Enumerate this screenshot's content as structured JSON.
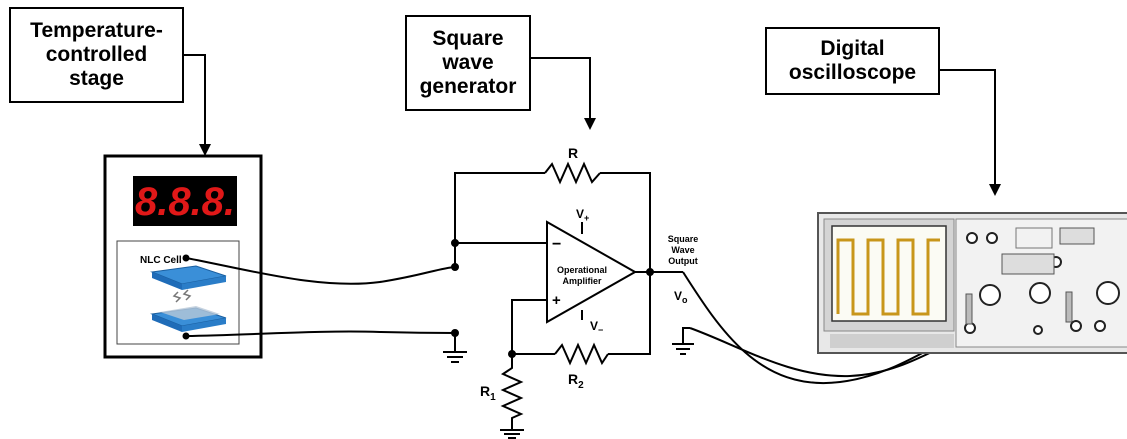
{
  "labels": {
    "stage": [
      "Temperature-",
      "controlled",
      "stage"
    ],
    "generator": [
      "Square",
      "wave",
      "generator"
    ],
    "scope": [
      "Digital",
      "oscilloscope"
    ]
  },
  "display": {
    "digits": "8.8.8."
  },
  "cell": {
    "label": "NLC Cell"
  },
  "circuit": {
    "r": "R",
    "r1": "R",
    "r1_sub": "1",
    "r2": "R",
    "r2_sub": "2",
    "opamp_line1": "Operational",
    "opamp_line2": "Amplifier",
    "minus": "−",
    "plus": "+",
    "vplus": "V",
    "vplus_sub": "+",
    "vminus": "V",
    "vminus_sub": "−",
    "output_line1": "Square",
    "output_line2": "Wave",
    "output_line3": "Output",
    "vo": "V",
    "vo_sub": "o"
  },
  "colors": {
    "led": "#e01818",
    "trace": "#c8961a",
    "plate": "#3a8fd8"
  }
}
